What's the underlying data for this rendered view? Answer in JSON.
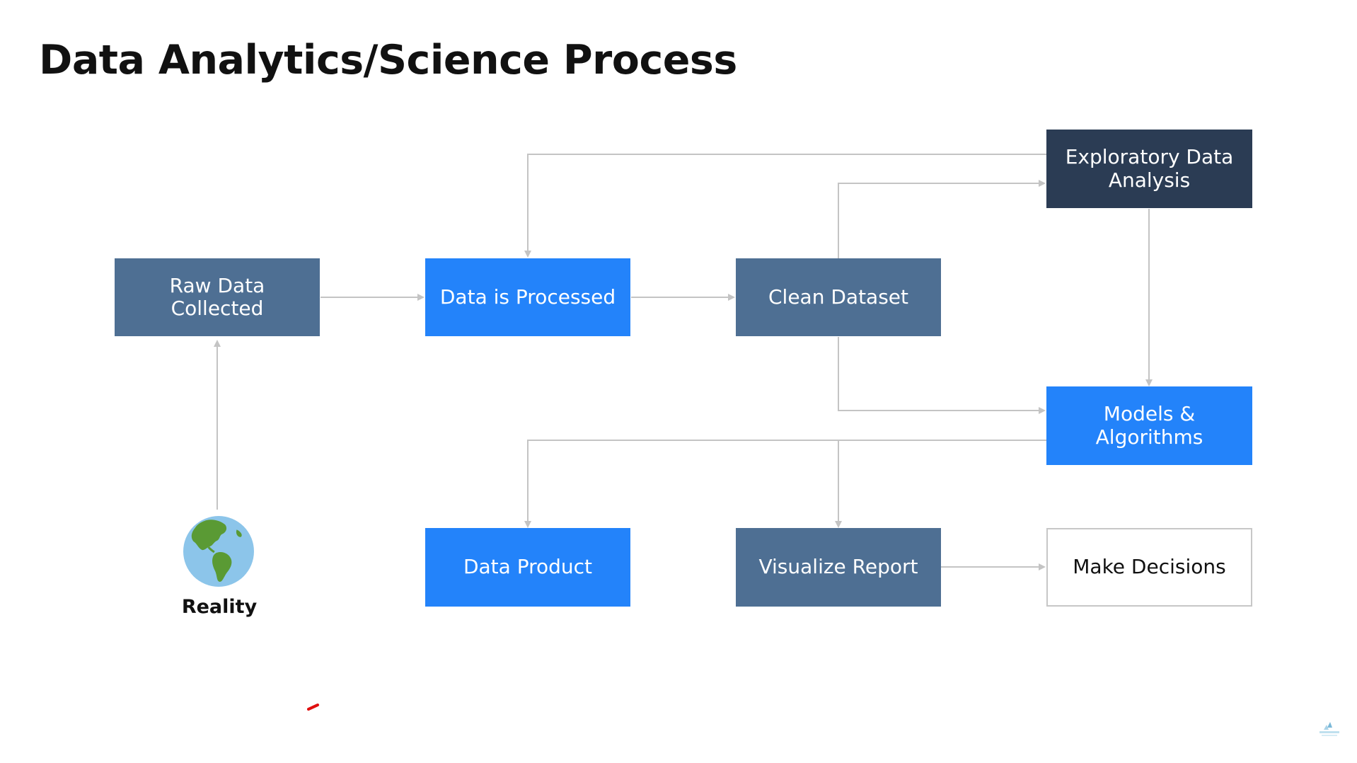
{
  "title": "Data Analytics/Science Process",
  "nodes": {
    "raw_data": "Raw Data\nCollected",
    "processed": "Data is Processed",
    "clean": "Clean Dataset",
    "eda": "Exploratory Data\nAnalysis",
    "models": "Models &\nAlgorithms",
    "product": "Data Product",
    "visualize": "Visualize Report",
    "decisions": "Make Decisions",
    "reality": "Reality"
  },
  "icons": {
    "reality": "globe-americas-icon"
  },
  "colors": {
    "slate": "#4e6f93",
    "blue": "#2383fa",
    "navy": "#2b3c54",
    "connector": "#c4c4c4"
  }
}
